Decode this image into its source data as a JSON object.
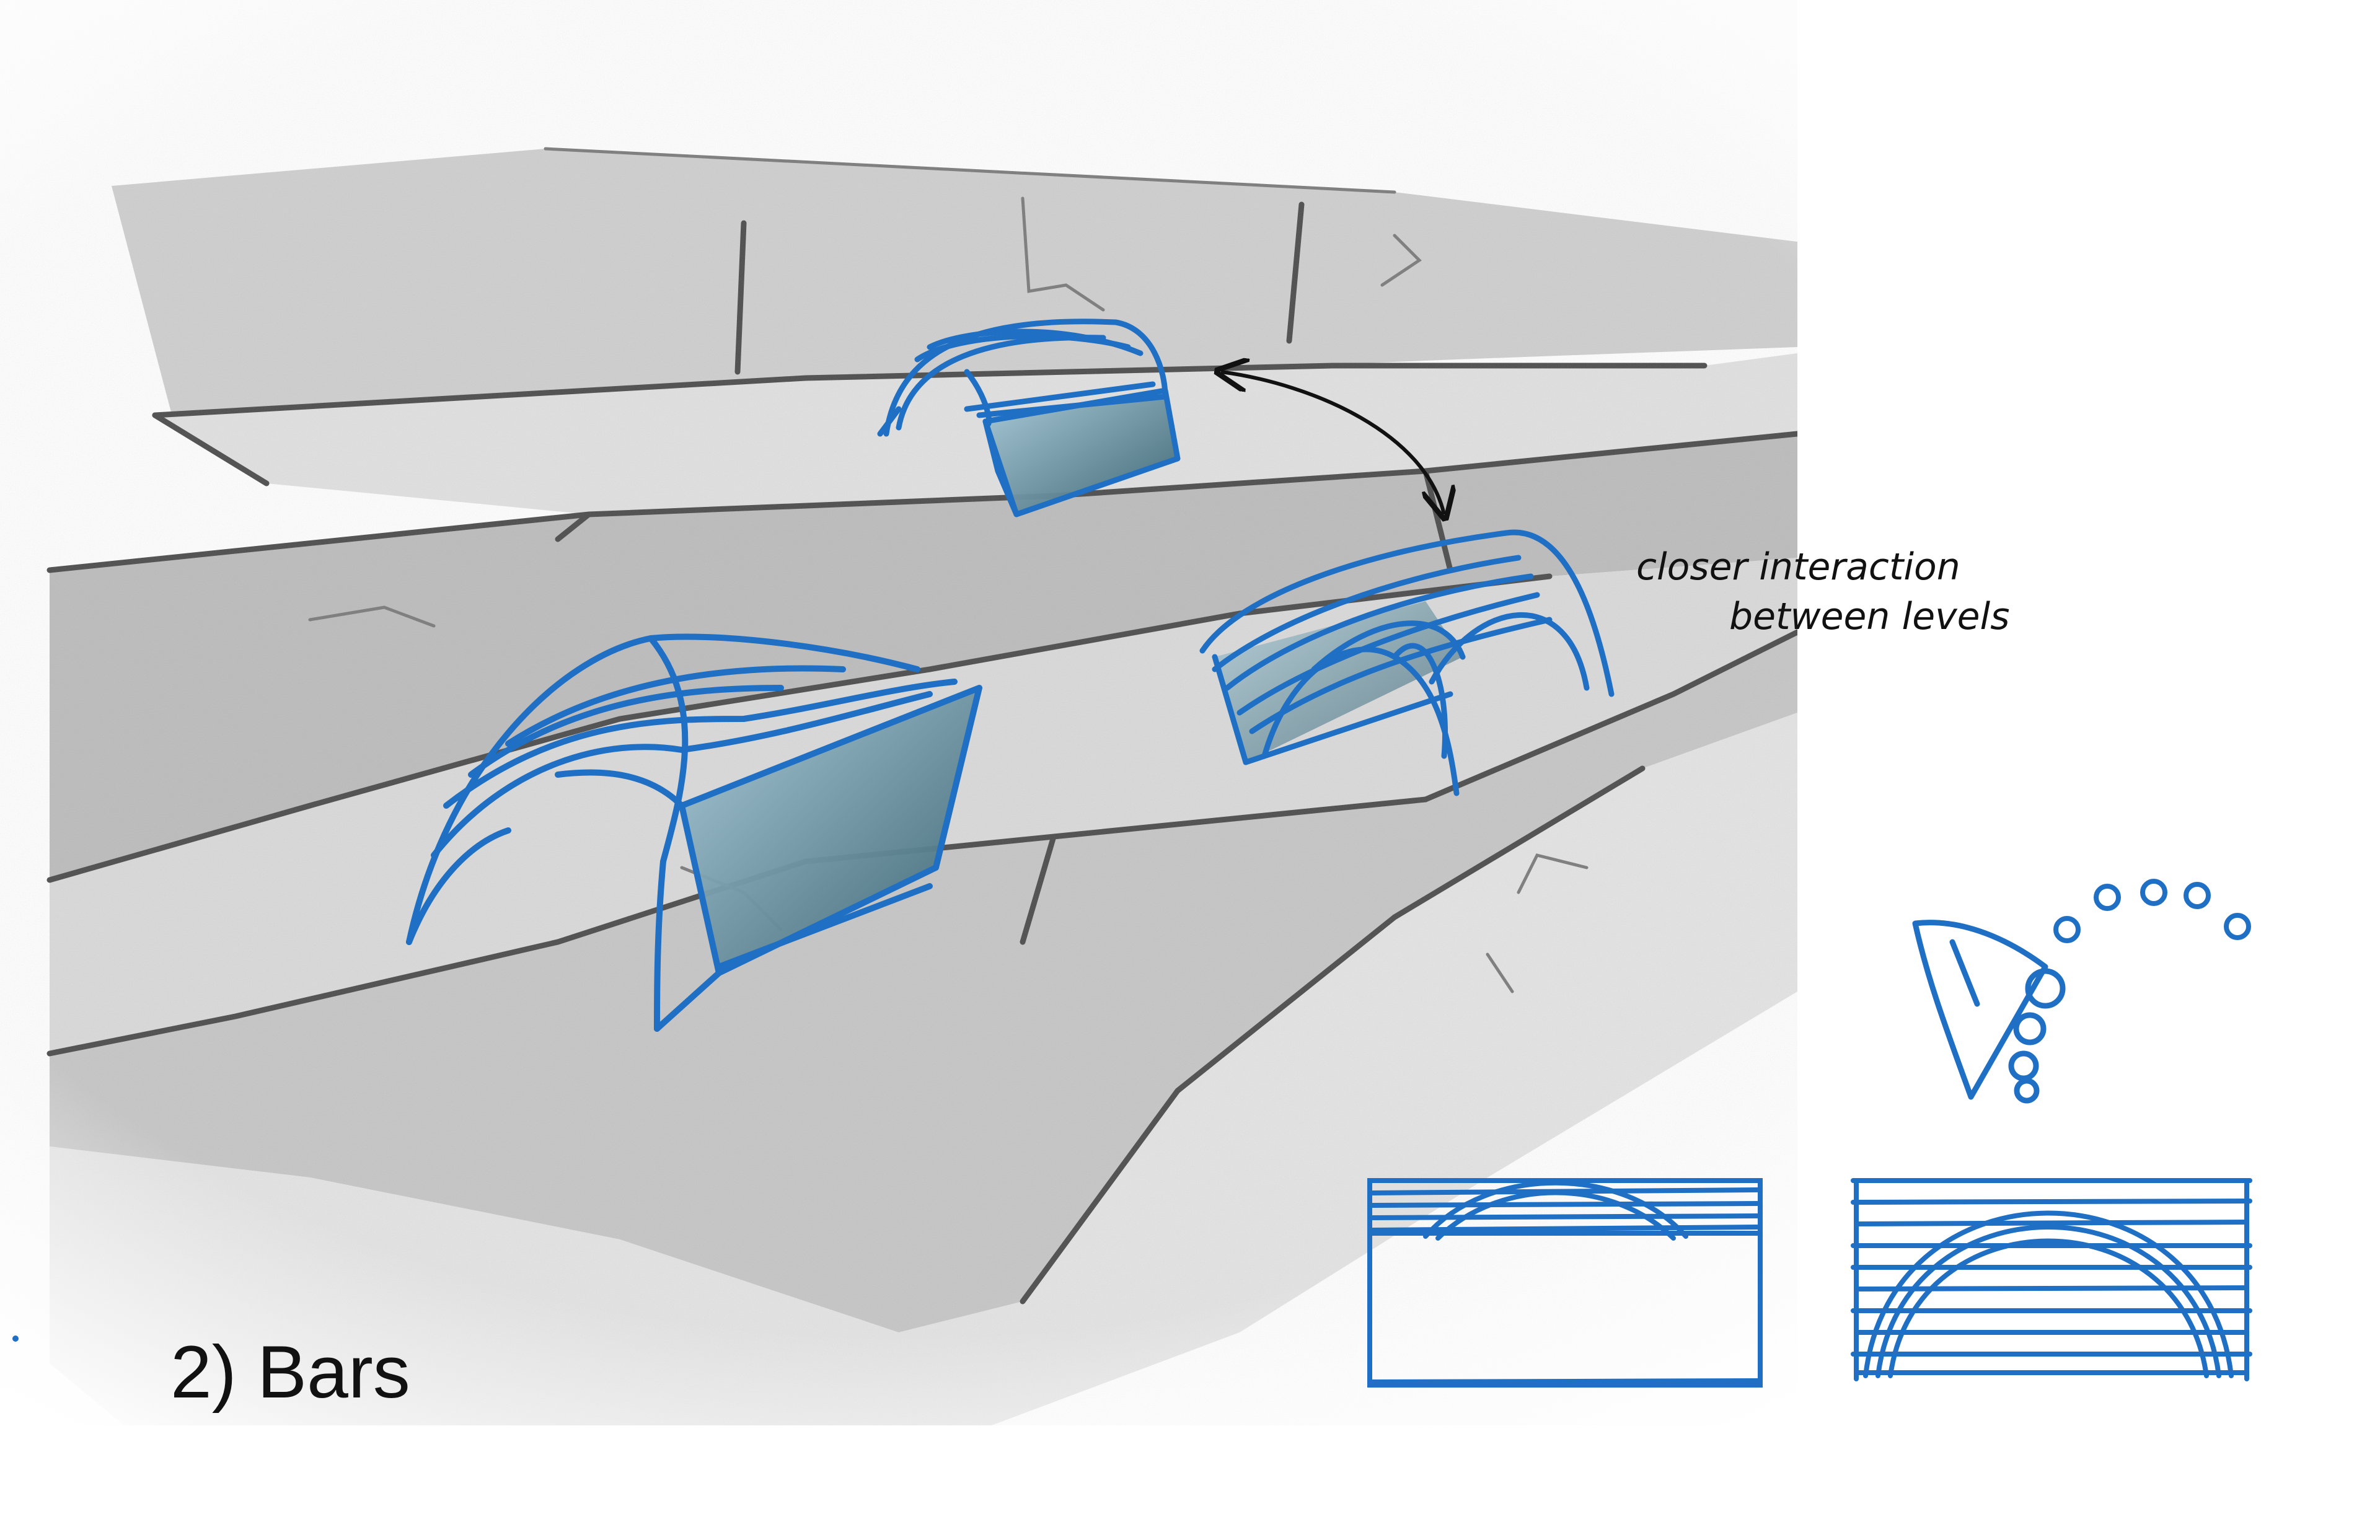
{
  "title": "2) Bars",
  "annotation": {
    "line1": "closer interaction",
    "line2": "between levels"
  },
  "colors": {
    "sketch_blue": "#1f6fc4",
    "blue_fill": "#8fb8cc",
    "dark_fill": "#3e6676",
    "stone_light": "#dcdcdc",
    "stone_mid": "#bdbdbd",
    "ink": "#111111",
    "background": "#ffffff"
  },
  "icons": {
    "arrow": "double-headed-arrow",
    "harp": "harp-sketch"
  }
}
